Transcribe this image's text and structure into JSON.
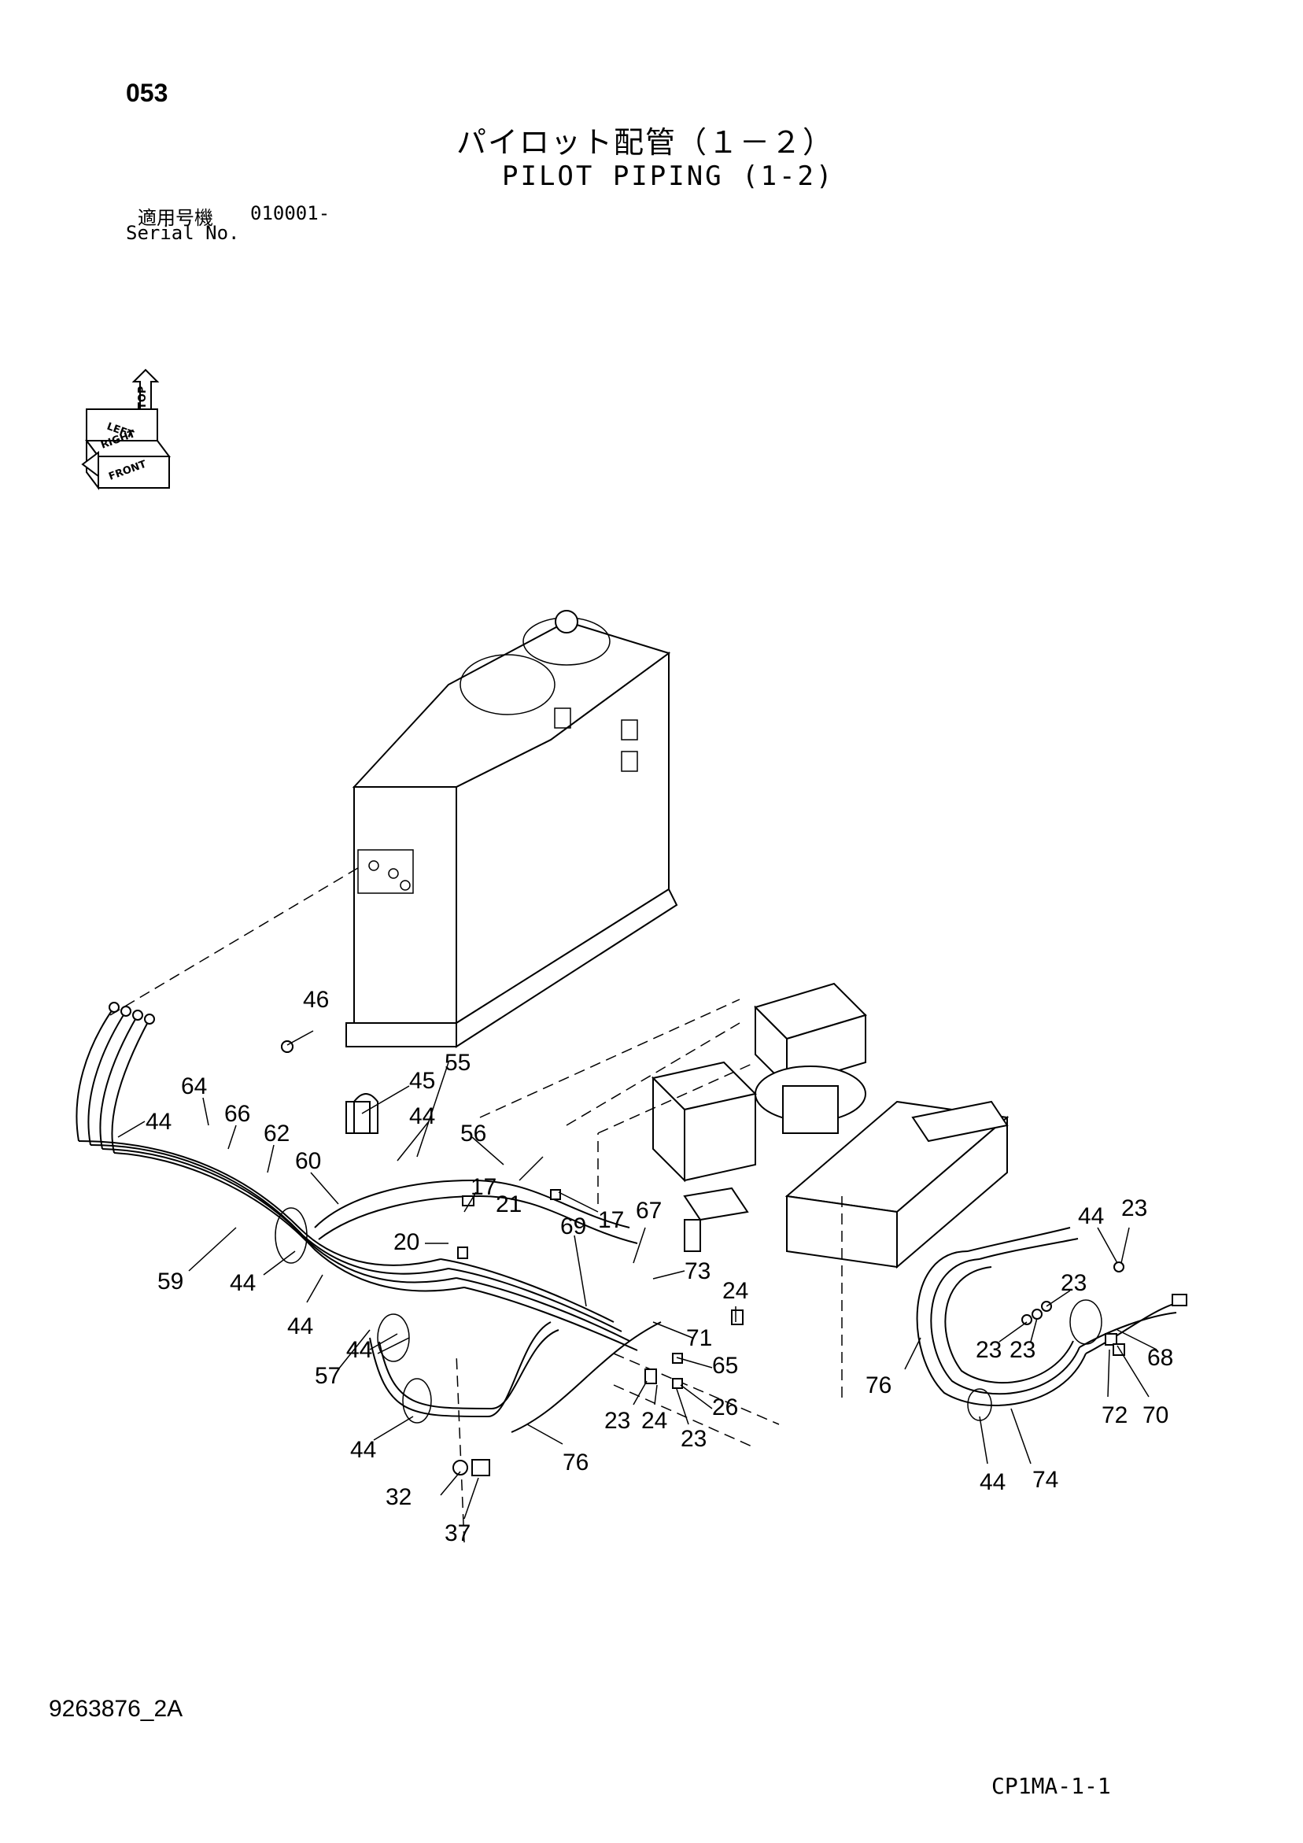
{
  "header": {
    "page_number": "053",
    "title_ja": "パイロット配管（１－２）",
    "title_en": "PILOT PIPING (1-2)",
    "serial_label_ja": "適用号機",
    "serial_value": "010001-",
    "serial_label_en": "Serial No."
  },
  "orientation_icon": {
    "labels": [
      "TOP",
      "LEFT",
      "RIGHT",
      "FRONT"
    ]
  },
  "callouts": [
    "46",
    "45",
    "55",
    "44",
    "56",
    "64",
    "66",
    "62",
    "60",
    "17",
    "21",
    "17",
    "67",
    "20",
    "69",
    "73",
    "59",
    "44",
    "44",
    "24",
    "44",
    "71",
    "57",
    "44",
    "65",
    "26",
    "23",
    "24",
    "23",
    "44",
    "76",
    "32",
    "37",
    "44",
    "23",
    "23",
    "23",
    "23",
    "68",
    "76",
    "72",
    "70",
    "44",
    "74",
    "44"
  ],
  "footer": {
    "doc_number": "9263876_2A",
    "drawing_code": "CP1MA-1-1"
  },
  "colors": {
    "ink": "#000000",
    "paper": "#ffffff"
  }
}
